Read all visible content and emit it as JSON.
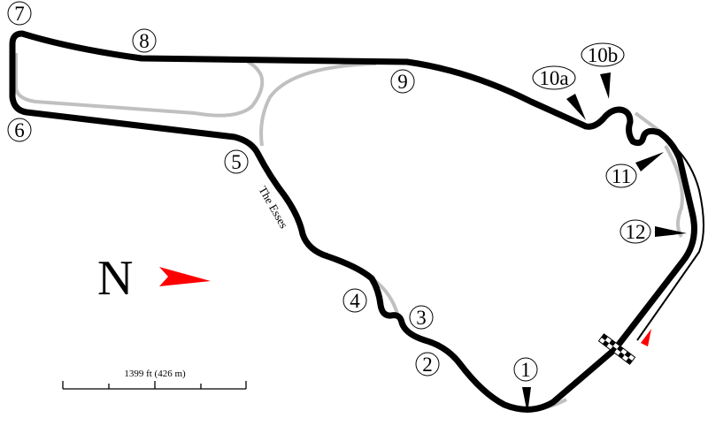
{
  "title": "Race circuit map",
  "colors": {
    "track": "#000000",
    "alternate": "#c0c0c0",
    "north_arrow": "#ff0000",
    "start_marker": "#ff0000"
  },
  "compass": {
    "label": "N"
  },
  "section_label": "The Esses",
  "scale": {
    "label": "1399 ft (426 m)"
  },
  "turns": [
    {
      "id": "t1",
      "label": "1"
    },
    {
      "id": "t2",
      "label": "2"
    },
    {
      "id": "t3",
      "label": "3"
    },
    {
      "id": "t4",
      "label": "4"
    },
    {
      "id": "t5",
      "label": "5"
    },
    {
      "id": "t6",
      "label": "6"
    },
    {
      "id": "t7",
      "label": "7"
    },
    {
      "id": "t8",
      "label": "8"
    },
    {
      "id": "t9",
      "label": "9"
    },
    {
      "id": "t10a",
      "label": "10a"
    },
    {
      "id": "t10b",
      "label": "10b"
    },
    {
      "id": "t11",
      "label": "11"
    },
    {
      "id": "t12",
      "label": "12"
    }
  ]
}
